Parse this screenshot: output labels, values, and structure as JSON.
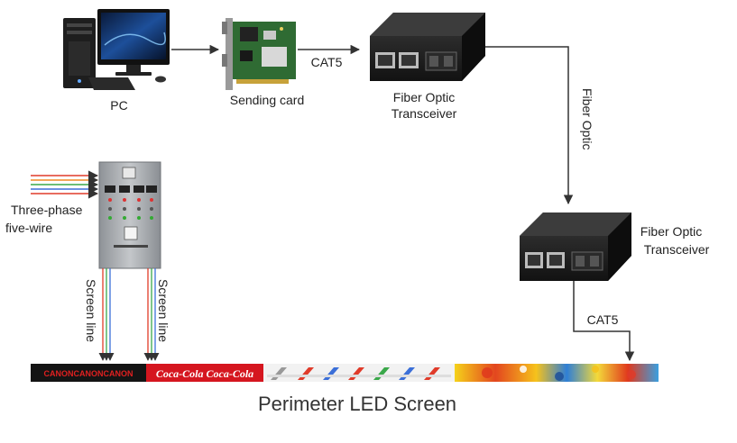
{
  "labels": {
    "pc": "PC",
    "sending_card": "Sending card",
    "cat5_top": "CAT5",
    "transceiver_top_line1": "Fiber Optic",
    "transceiver_top_line2": "Transceiver",
    "fiber_optic": "Fiber Optic",
    "transceiver_bottom_line1": "Fiber Optic",
    "transceiver_bottom_line2": "Transceiver",
    "cat5_bottom": "CAT5",
    "power_line1": "Three-phase",
    "power_line2": "five-wire",
    "screen_line_left": "Screen line",
    "screen_line_right": "Screen line",
    "screen_title": "Perimeter LED Screen"
  },
  "screen_ads": {
    "canon": "CANONCANONCANON",
    "coke": "Coca-Cola Coca-Cola"
  },
  "colors": {
    "device_dark": "#1c1c1c",
    "pcb_green": "#2f6b33",
    "cabinet_gray": "#a9adb1",
    "arrow": "#333333",
    "wire_red": "#e03b2a",
    "wire_orange": "#f08a24",
    "wire_green": "#3aa84a",
    "wire_blue": "#3b6fd8",
    "coke_red": "#d5161f"
  }
}
